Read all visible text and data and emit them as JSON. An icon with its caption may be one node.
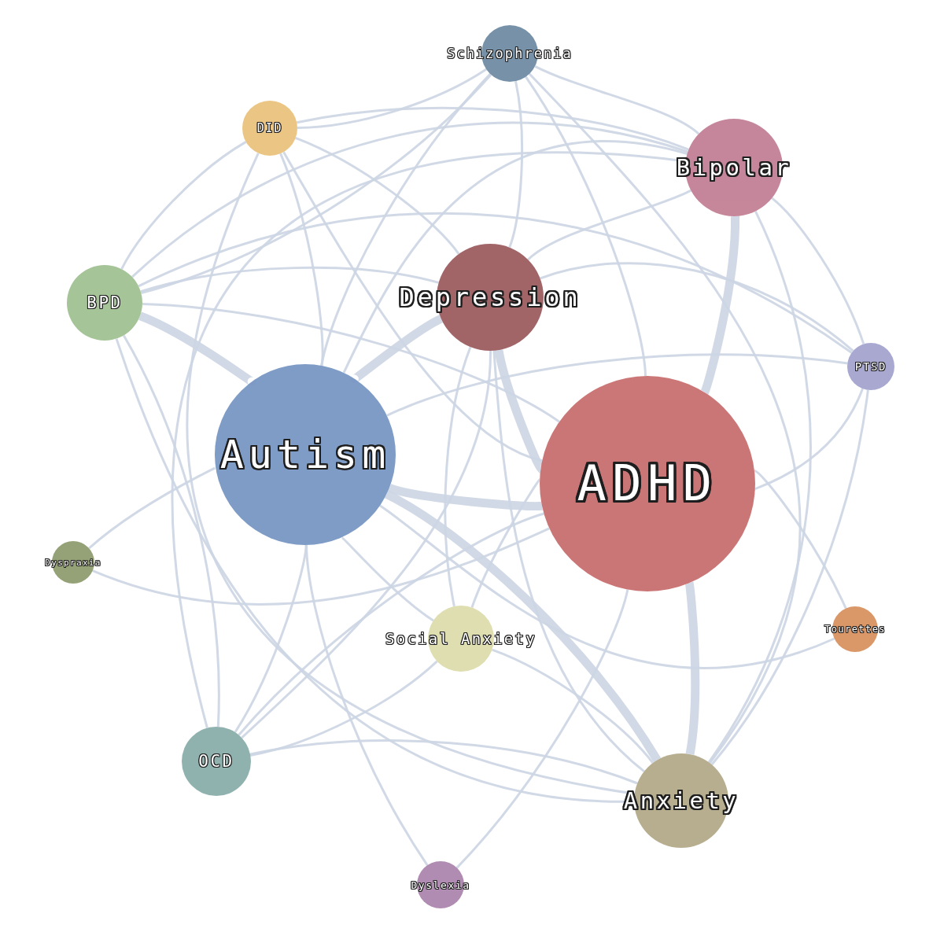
{
  "diagram": {
    "nodes": [
      {
        "text": [
          "Schizophrenia"
        ]
      },
      {
        "text": [
          "DID"
        ]
      },
      {
        "text": [
          "Bipolar"
        ]
      },
      {
        "text": [
          "BPD"
        ]
      },
      {
        "text": [
          "Depression"
        ]
      },
      {
        "text": [
          "PTSD"
        ]
      },
      {
        "text": [
          "Autism"
        ]
      },
      {
        "text": [
          "ADHD"
        ]
      },
      {
        "text": [
          "Dyspraxia"
        ]
      },
      {
        "text": [
          "Social Anxiety"
        ]
      },
      {
        "text": [
          "Tourettes"
        ]
      },
      {
        "text": [
          "OCD"
        ]
      },
      {
        "text": [
          "Anxiety"
        ]
      },
      {
        "text": [
          "Dyslexia"
        ]
      }
    ],
    "edges": [
      {
        "from": 6,
        "to": 7,
        "arrow": "none",
        "style": "thick"
      },
      {
        "from": 2,
        "to": 7,
        "arrow": "none",
        "style": "thick"
      },
      {
        "from": 7,
        "to": 12,
        "arrow": "none",
        "style": "thick"
      },
      {
        "from": 6,
        "to": 4,
        "arrow": "none",
        "style": "thick"
      },
      {
        "from": 3,
        "to": 6,
        "arrow": "none",
        "style": "thick"
      },
      {
        "from": 4,
        "to": 7,
        "arrow": "none",
        "style": "thick"
      },
      {
        "from": 6,
        "to": 12,
        "arrow": "none",
        "style": "thick"
      },
      {
        "from": 4,
        "to": 12,
        "arrow": "none"
      },
      {
        "from": 4,
        "to": 2,
        "arrow": "none"
      },
      {
        "from": 3,
        "to": 2,
        "arrow": "none"
      },
      {
        "from": 3,
        "to": 4,
        "arrow": "none"
      },
      {
        "from": 3,
        "to": 7,
        "arrow": "none"
      },
      {
        "from": 3,
        "to": 12,
        "arrow": "none"
      },
      {
        "from": 3,
        "to": 1,
        "arrow": "none"
      },
      {
        "from": 3,
        "to": 0,
        "arrow": "none"
      },
      {
        "from": 3,
        "to": 11,
        "arrow": "none"
      },
      {
        "from": 1,
        "to": 0,
        "arrow": "none"
      },
      {
        "from": 1,
        "to": 2,
        "arrow": "none"
      },
      {
        "from": 1,
        "to": 6,
        "arrow": "none"
      },
      {
        "from": 1,
        "to": 7,
        "arrow": "none"
      },
      {
        "from": 1,
        "to": 4,
        "arrow": "none"
      },
      {
        "from": 1,
        "to": 12,
        "arrow": "none"
      },
      {
        "from": 0,
        "to": 2,
        "arrow": "none"
      },
      {
        "from": 0,
        "to": 4,
        "arrow": "none"
      },
      {
        "from": 0,
        "to": 6,
        "arrow": "none"
      },
      {
        "from": 0,
        "to": 7,
        "arrow": "none"
      },
      {
        "from": 0,
        "to": 12,
        "arrow": "none"
      },
      {
        "from": 2,
        "to": 5,
        "arrow": "none"
      },
      {
        "from": 2,
        "to": 6,
        "arrow": "none"
      },
      {
        "from": 2,
        "to": 12,
        "arrow": "none"
      },
      {
        "from": 5,
        "to": 4,
        "arrow": "none"
      },
      {
        "from": 5,
        "to": 7,
        "arrow": "none"
      },
      {
        "from": 5,
        "to": 6,
        "arrow": "none"
      },
      {
        "from": 5,
        "to": 12,
        "arrow": "none"
      },
      {
        "from": 5,
        "to": 3,
        "arrow": "none"
      },
      {
        "from": 6,
        "to": 11,
        "arrow": "none"
      },
      {
        "from": 7,
        "to": 11,
        "arrow": "none"
      },
      {
        "from": 11,
        "to": 12,
        "arrow": "none"
      },
      {
        "from": 11,
        "to": 4,
        "arrow": "none"
      },
      {
        "from": 11,
        "to": 9,
        "arrow": "none"
      },
      {
        "from": 9,
        "to": 6,
        "arrow": "none"
      },
      {
        "from": 9,
        "to": 7,
        "arrow": "none"
      },
      {
        "from": 9,
        "to": 12,
        "arrow": "none"
      },
      {
        "from": 9,
        "to": 4,
        "arrow": "none"
      },
      {
        "from": 8,
        "to": 6,
        "arrow": "none"
      },
      {
        "from": 8,
        "to": 7,
        "arrow": "none"
      },
      {
        "from": 10,
        "to": 7,
        "arrow": "none"
      },
      {
        "from": 10,
        "to": 6,
        "arrow": "none"
      },
      {
        "from": 13,
        "to": 6,
        "arrow": "none"
      },
      {
        "from": 13,
        "to": 7,
        "arrow": "none"
      },
      {
        "from": 11,
        "to": 2,
        "arrow": "none"
      }
    ]
  }
}
